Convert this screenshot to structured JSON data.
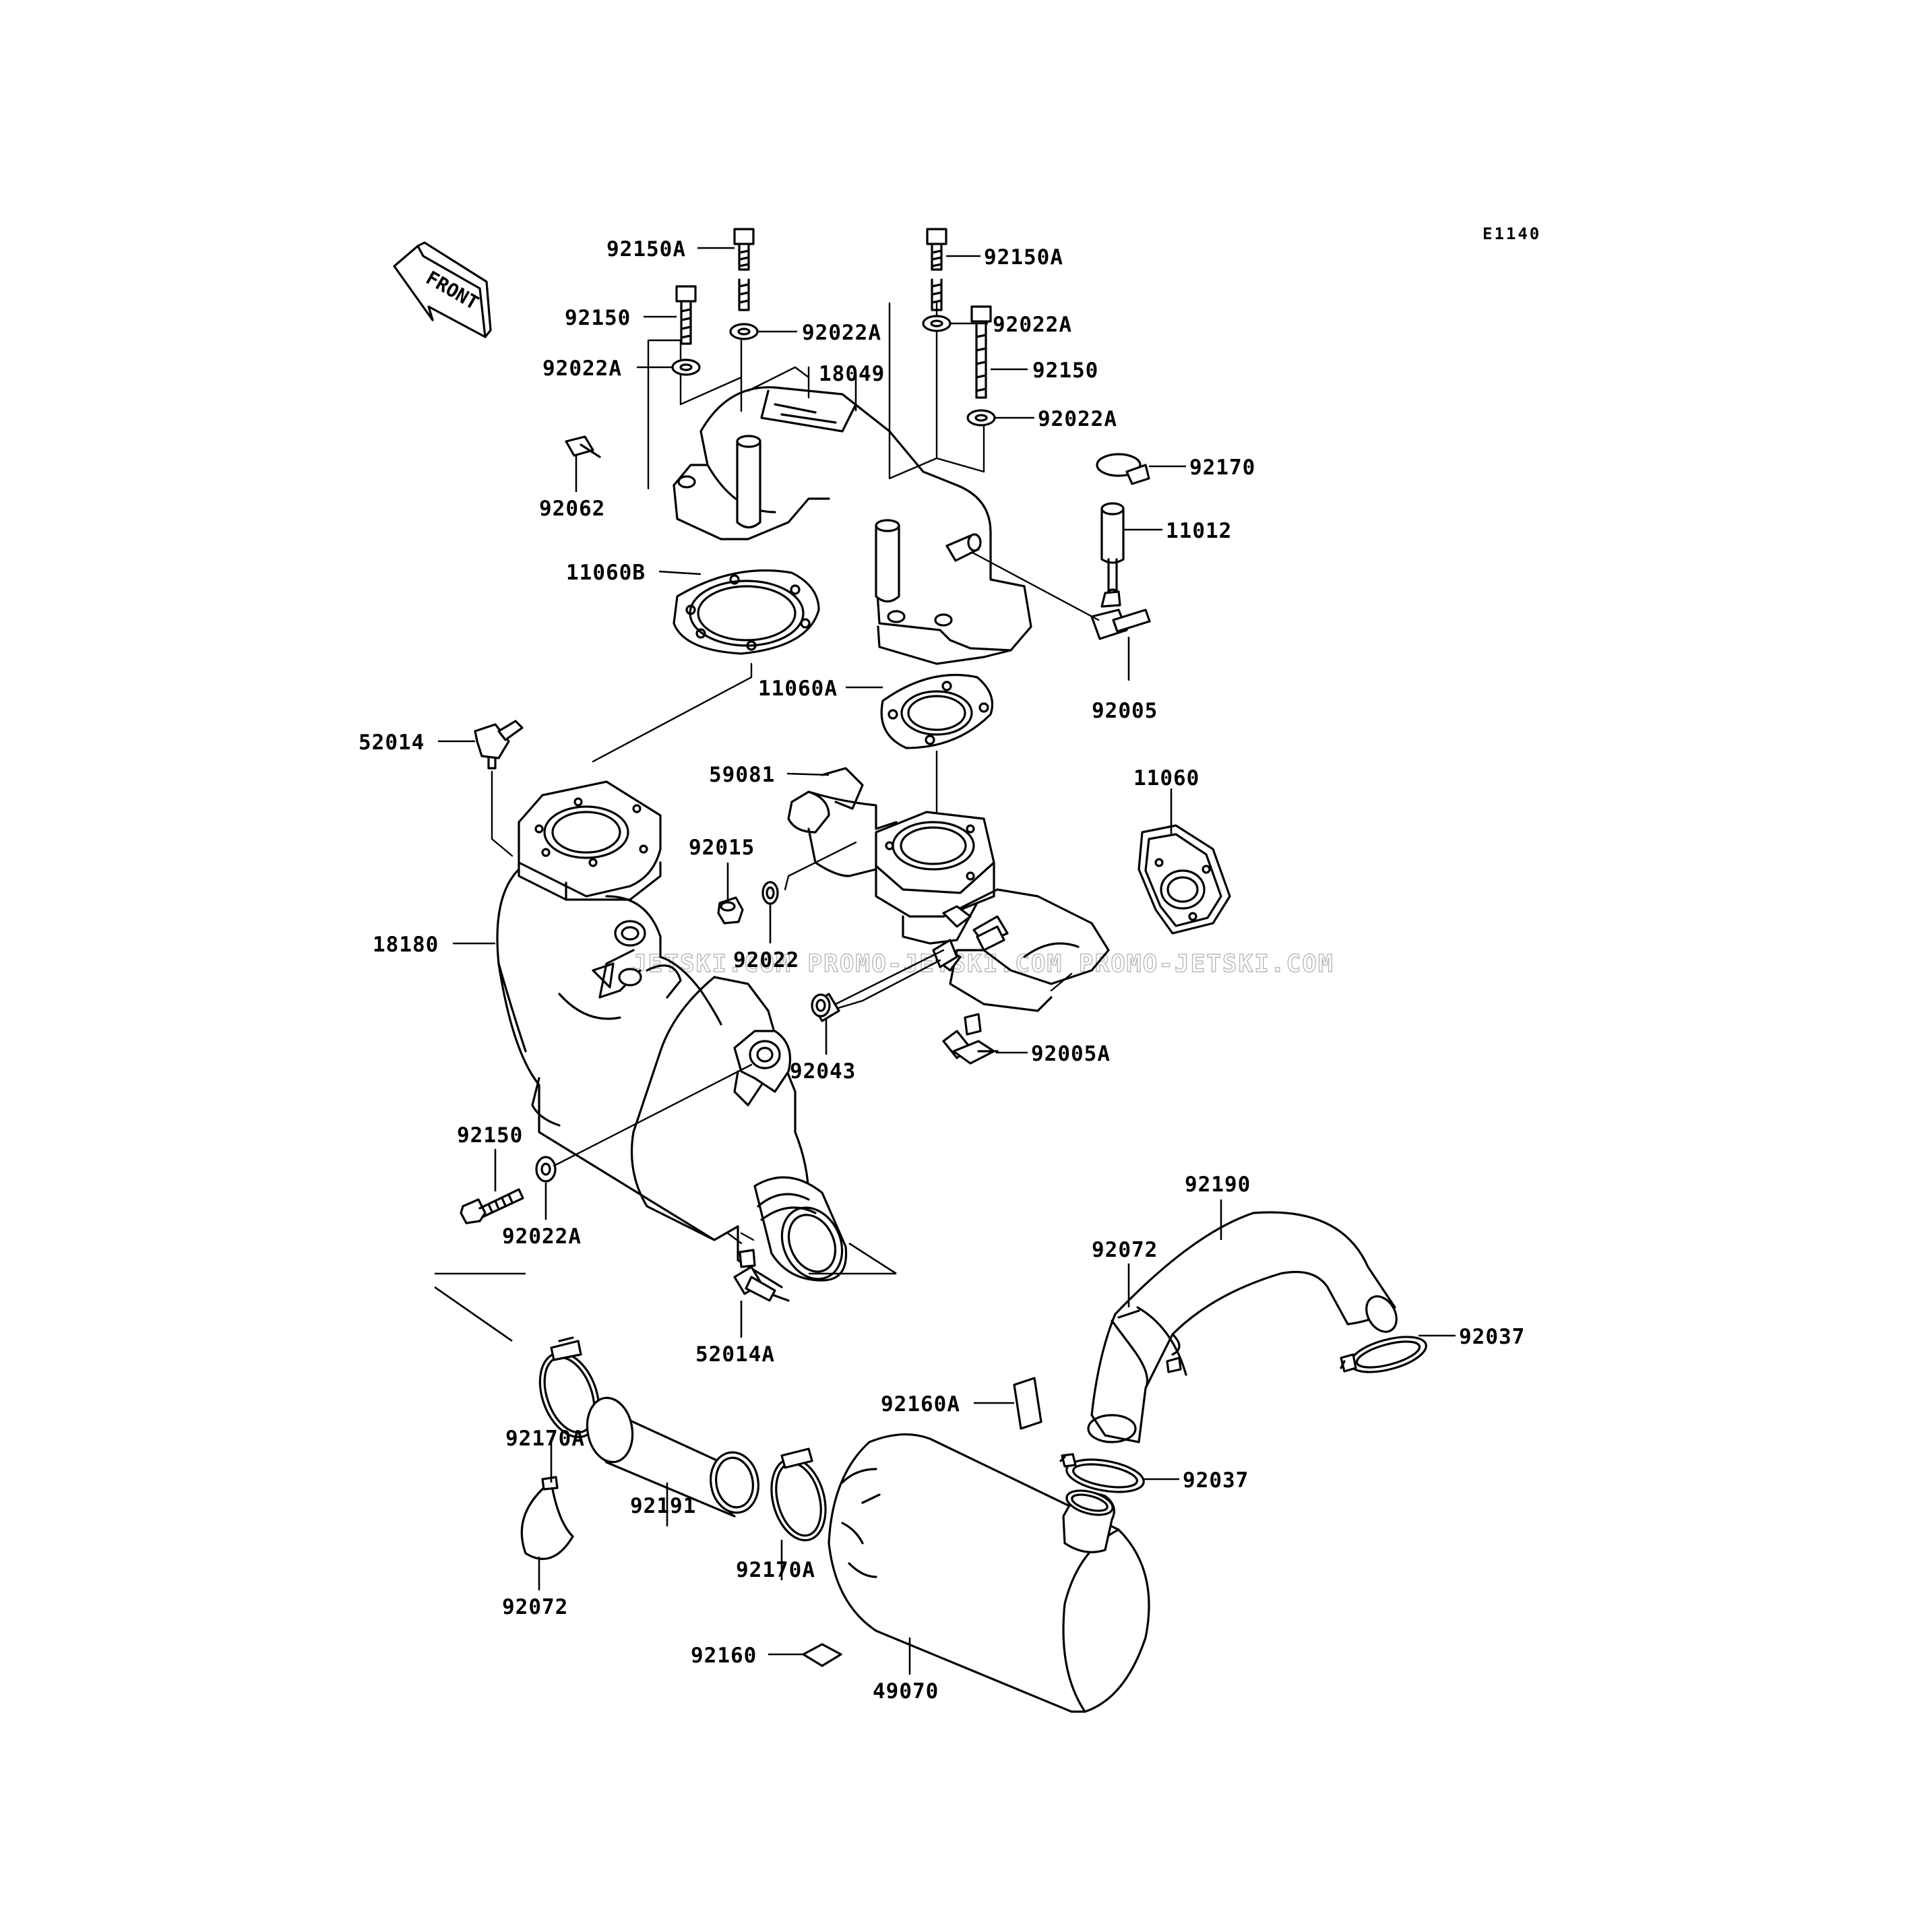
{
  "diagram": {
    "code": "E1140",
    "direction_label": "FRONT",
    "watermark": "JETSKI.COM PROMO-JETSKI.COM PROMO-JETSKI.COM",
    "callouts": [
      {
        "id": "c01",
        "text": "92150A"
      },
      {
        "id": "c02",
        "text": "92150A"
      },
      {
        "id": "c03",
        "text": "92150"
      },
      {
        "id": "c04",
        "text": "92022A"
      },
      {
        "id": "c05",
        "text": "92022A"
      },
      {
        "id": "c06",
        "text": "92022A"
      },
      {
        "id": "c07",
        "text": "18049"
      },
      {
        "id": "c08",
        "text": "92150"
      },
      {
        "id": "c09",
        "text": "92022A"
      },
      {
        "id": "c10",
        "text": "92170"
      },
      {
        "id": "c11",
        "text": "92062"
      },
      {
        "id": "c12",
        "text": "11012"
      },
      {
        "id": "c13",
        "text": "11060B"
      },
      {
        "id": "c14",
        "text": "92005"
      },
      {
        "id": "c15",
        "text": "11060A"
      },
      {
        "id": "c16",
        "text": "52014"
      },
      {
        "id": "c17",
        "text": "59081"
      },
      {
        "id": "c18",
        "text": "11060"
      },
      {
        "id": "c19",
        "text": "92015"
      },
      {
        "id": "c20",
        "text": "18180"
      },
      {
        "id": "c21",
        "text": "92022"
      },
      {
        "id": "c22",
        "text": "92043"
      },
      {
        "id": "c23",
        "text": "92005A"
      },
      {
        "id": "c24",
        "text": "92150"
      },
      {
        "id": "c25",
        "text": "92022A"
      },
      {
        "id": "c26",
        "text": "92190"
      },
      {
        "id": "c27",
        "text": "92072"
      },
      {
        "id": "c28",
        "text": "92037"
      },
      {
        "id": "c29",
        "text": "52014A"
      },
      {
        "id": "c30",
        "text": "92160A"
      },
      {
        "id": "c31",
        "text": "92170A"
      },
      {
        "id": "c32",
        "text": "92037"
      },
      {
        "id": "c33",
        "text": "92191"
      },
      {
        "id": "c34",
        "text": "92170A"
      },
      {
        "id": "c35",
        "text": "92072"
      },
      {
        "id": "c36",
        "text": "92160"
      },
      {
        "id": "c37",
        "text": "49070"
      }
    ]
  }
}
